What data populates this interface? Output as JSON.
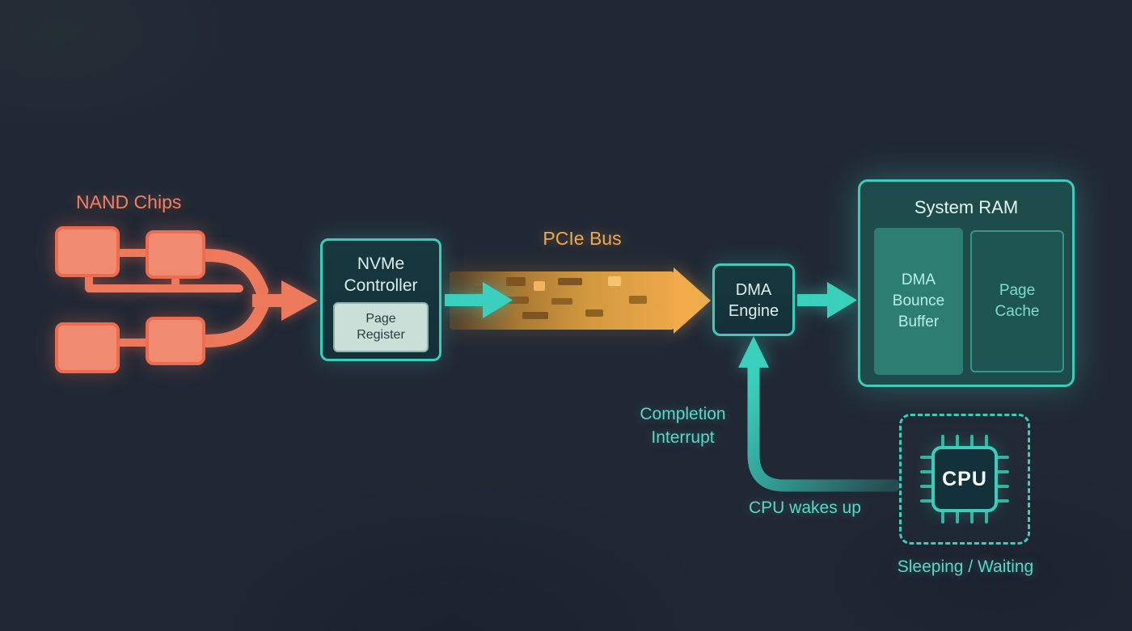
{
  "colors": {
    "background": "#212835",
    "salmon": "#ef7a5e",
    "teal": "#3bcdb9",
    "amber": "#eda94f",
    "box_text": "#dcefe9"
  },
  "nand": {
    "label": "NAND Chips"
  },
  "nvme": {
    "line1": "NVMe",
    "line2": "Controller",
    "register": {
      "line1": "Page",
      "line2": "Register"
    }
  },
  "pcie": {
    "label": "PCIe Bus"
  },
  "dma": {
    "line1": "DMA",
    "line2": "Engine"
  },
  "ram": {
    "title": "System RAM",
    "bounce": {
      "line1": "DMA",
      "line2": "Bounce",
      "line3": "Buffer"
    },
    "cache": {
      "line1": "Page",
      "line2": "Cache"
    }
  },
  "cpu": {
    "chip": "CPU",
    "status": "Sleeping / Waiting",
    "interrupt": {
      "line1": "Completion",
      "line2": "Interrupt"
    },
    "wake": "CPU wakes up"
  }
}
